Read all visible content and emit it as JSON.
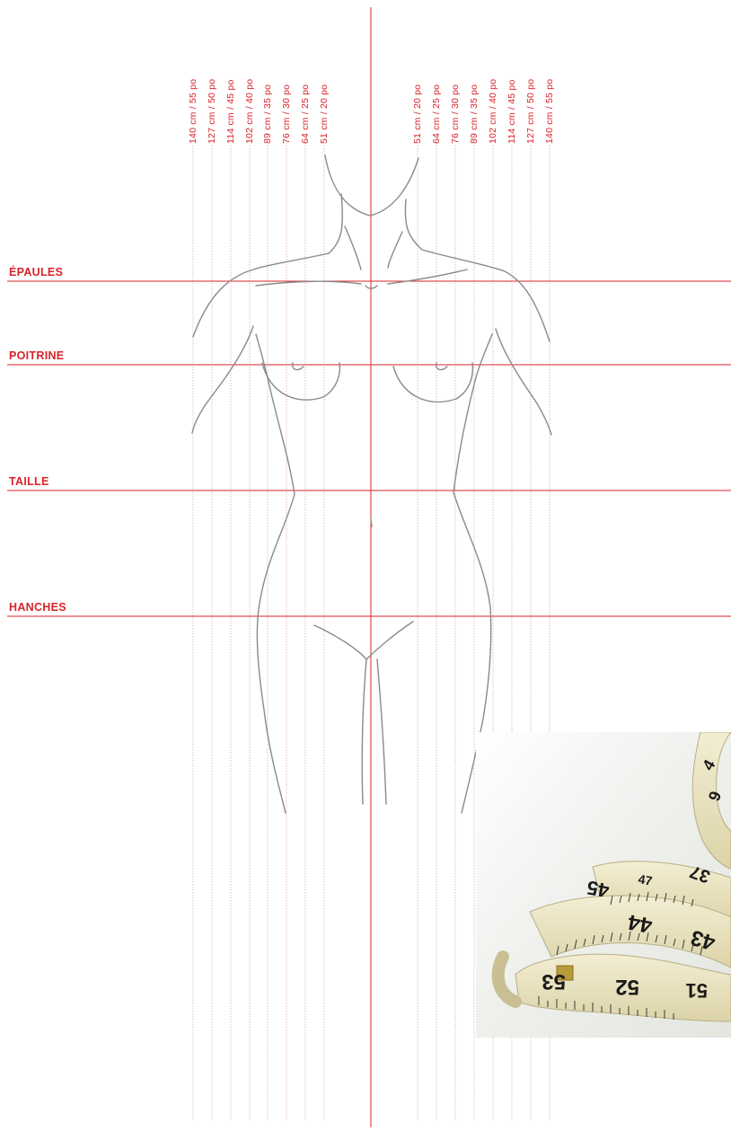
{
  "colors": {
    "accent": "#d8232a",
    "guide": "#e8a5a8",
    "sketch": "#8a8a8a"
  },
  "size_guides": {
    "left": [
      "140 cm / 55 po",
      "127 cm / 50 po",
      "114 cm / 45 po",
      "102 cm / 40 po",
      "89 cm / 35 po",
      "76 cm / 30 po",
      "64 cm / 25 po",
      "51 cm / 20 po"
    ],
    "right": [
      "51 cm / 20 po",
      "64 cm / 25 po",
      "76 cm / 30 po",
      "89 cm / 35 po",
      "102 cm / 40 po",
      "114 cm / 45 po",
      "127 cm / 50 po",
      "140 cm / 55 po"
    ]
  },
  "body_lines": [
    {
      "label": "ÉPAULES"
    },
    {
      "label": "POITRINE"
    },
    {
      "label": "TAILLE"
    },
    {
      "label": "HANCHES"
    }
  ],
  "tape_photo": {
    "numbers": [
      "4",
      "9",
      "47",
      "45",
      "44",
      "43",
      "37",
      "53",
      "52",
      "51"
    ]
  }
}
